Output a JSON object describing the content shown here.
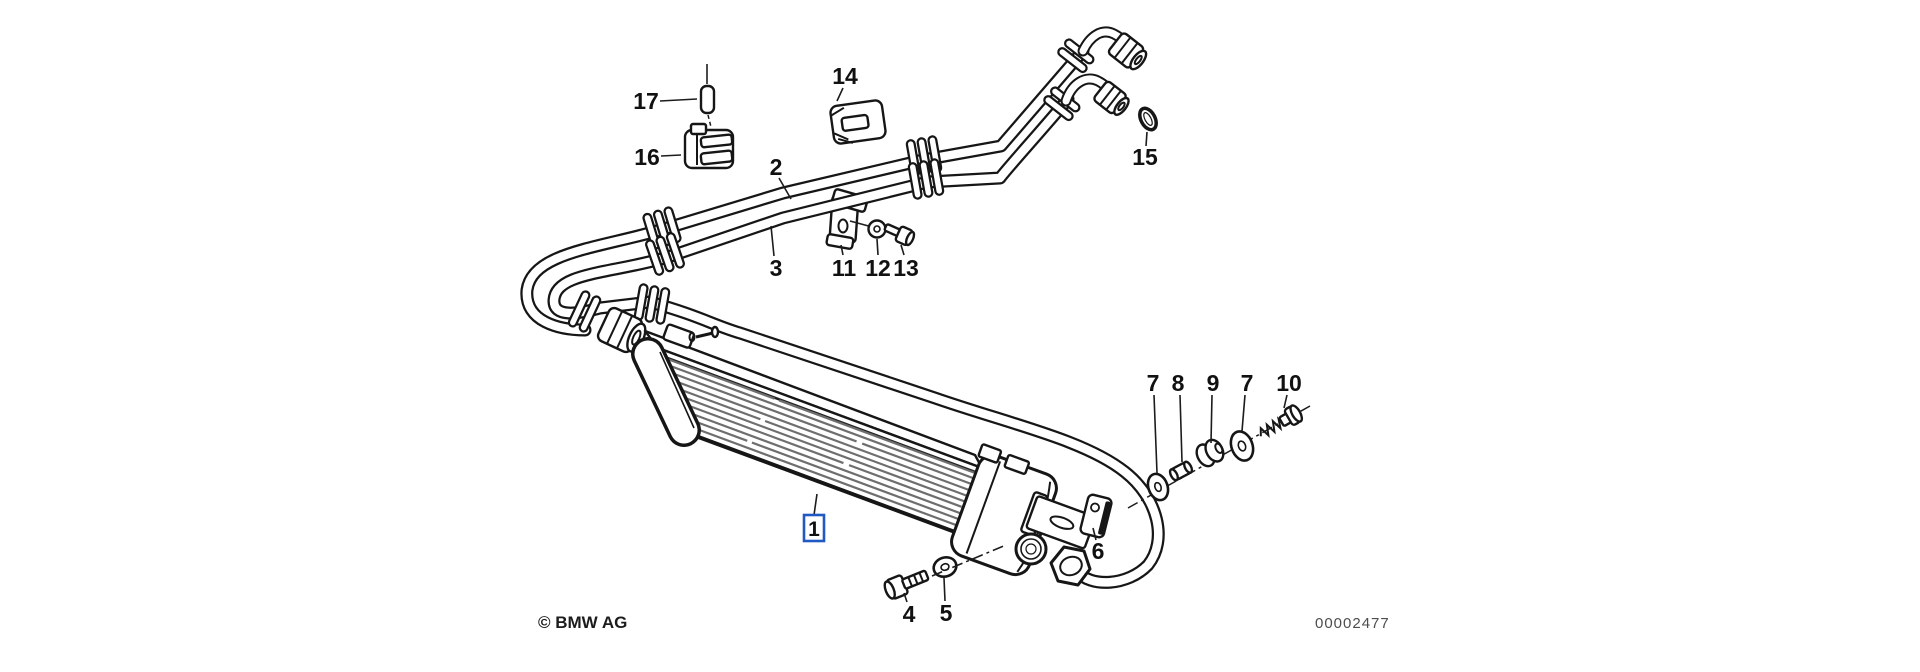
{
  "footer": {
    "copyright": "© BMW AG",
    "drawing_number": "00002477"
  },
  "colors": {
    "highlight": "#2059c4",
    "line": "#161616",
    "background": "#ffffff"
  },
  "selected_part": "1",
  "labels": {
    "p1": "1",
    "p2": "2",
    "p3": "3",
    "p4": "4",
    "p5": "5",
    "p6": "6",
    "p7a": "7",
    "p8": "8",
    "p9": "9",
    "p7b": "7",
    "p10": "10",
    "p11": "11",
    "p12": "12",
    "p13": "13",
    "p14": "14",
    "p15": "15",
    "p16": "16",
    "p17": "17"
  }
}
